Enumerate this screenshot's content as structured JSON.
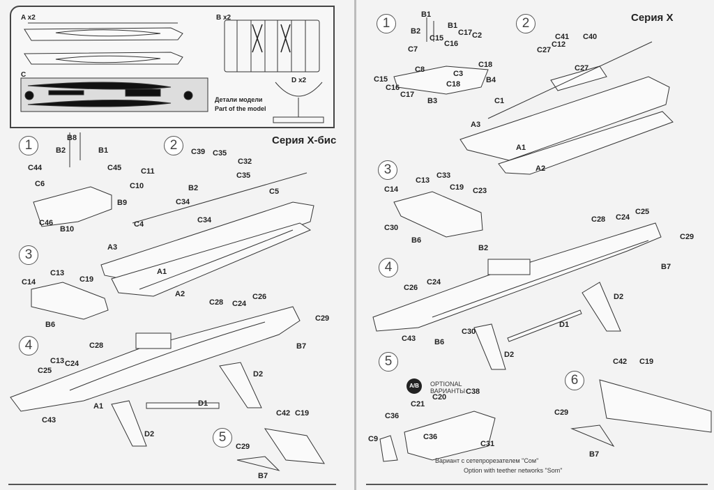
{
  "left_page": {
    "title": "Серия X-бис",
    "parts_box": {
      "sprue_a": "A x2",
      "sprue_b": "B x2",
      "sprue_c": "C",
      "stand_d": "D x2",
      "caption_ru": "Детали модели",
      "caption_en": "Part of the model"
    },
    "steps": [
      "1",
      "2",
      "3",
      "4",
      "5"
    ],
    "labels": [
      "B8",
      "B2",
      "B1",
      "C44",
      "C45",
      "C11",
      "C6",
      "C10",
      "B9",
      "C46",
      "B10",
      "C39",
      "C35",
      "C32",
      "C35",
      "B2",
      "C5",
      "C34",
      "C34",
      "C4",
      "A3",
      "A1",
      "A2",
      "C13",
      "C14",
      "C19",
      "B6",
      "C28",
      "C24",
      "C26",
      "C29",
      "B7",
      "C28",
      "C13",
      "C24",
      "C25",
      "D2",
      "A1",
      "D1",
      "C43",
      "D2",
      "C42",
      "C19",
      "C29",
      "B7"
    ]
  },
  "right_page": {
    "title": "Серия X",
    "steps": [
      "1",
      "2",
      "3",
      "4",
      "5",
      "6"
    ],
    "optional_badge": "A/B",
    "optional_en": "OPTIONAL",
    "optional_ru": "ВАРИАНТЫ",
    "caption_ru": "Вариант с сетепрорезателем \"Сом\"",
    "caption_en": "Option with teether networks \"Som\"",
    "labels": [
      "B1",
      "B1",
      "B2",
      "C15",
      "C17",
      "C2",
      "C7",
      "C16",
      "C18",
      "C8",
      "C3",
      "C15",
      "B4",
      "C16",
      "C18",
      "C17",
      "B3",
      "C41",
      "C40",
      "C12",
      "C27",
      "C27",
      "C1",
      "A3",
      "A1",
      "A2",
      "C33",
      "C13",
      "C14",
      "C19",
      "C23",
      "C30",
      "B6",
      "B2",
      "C28",
      "C24",
      "C25",
      "C29",
      "B7",
      "C26",
      "C24",
      "D2",
      "D1",
      "C43",
      "B6",
      "C30",
      "D2",
      "C38",
      "C20",
      "C21",
      "C36",
      "C9",
      "C36",
      "C31",
      "C42",
      "C19",
      "C29",
      "B7"
    ]
  }
}
